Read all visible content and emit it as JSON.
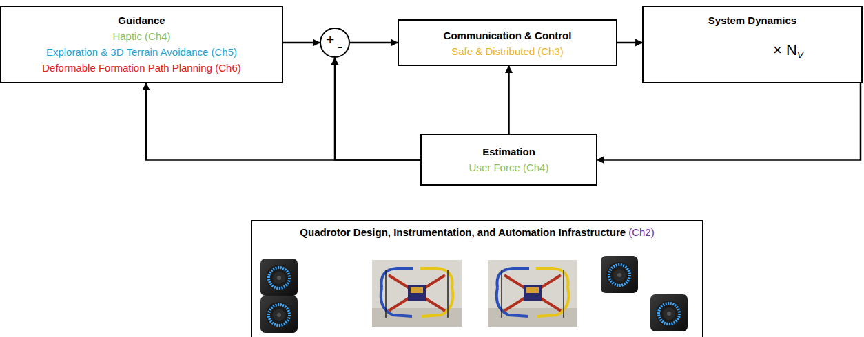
{
  "diagram": {
    "nodes": [
      {
        "text": [
          "Guidance",
          "Haptic (Ch4)",
          "Exploration & 3D Terrain Avoidance (Ch5)",
          "Deformable Formation Path Planning (Ch6)"
        ]
      },
      {
        "text": [
          "+",
          "-"
        ]
      },
      {
        "text": [
          "Communication & Control",
          "Safe & Distributed (Ch3)"
        ]
      },
      {
        "text": [
          "System Dynamics",
          "× N",
          "V"
        ]
      },
      {
        "text": [
          "Estimation",
          "User Force (Ch4)"
        ]
      },
      {
        "text": [
          "Quadrotor Design, Instrumentation, and Automation Infrastructure",
          "(Ch2)"
        ]
      }
    ],
    "edges": [
      {
        "from": 0,
        "to": 1,
        "arrow": "to"
      },
      {
        "from": 1,
        "to": 2,
        "arrow": "to"
      },
      {
        "from": 2,
        "to": 3,
        "arrow": "to"
      },
      {
        "from": 3,
        "to": 4,
        "arrow": "to"
      },
      {
        "from": 4,
        "to": 0,
        "arrow": "to"
      },
      {
        "from": 4,
        "to": 1,
        "arrow": "to"
      },
      {
        "from": 4,
        "to": 2,
        "arrow": "to"
      }
    ]
  }
}
